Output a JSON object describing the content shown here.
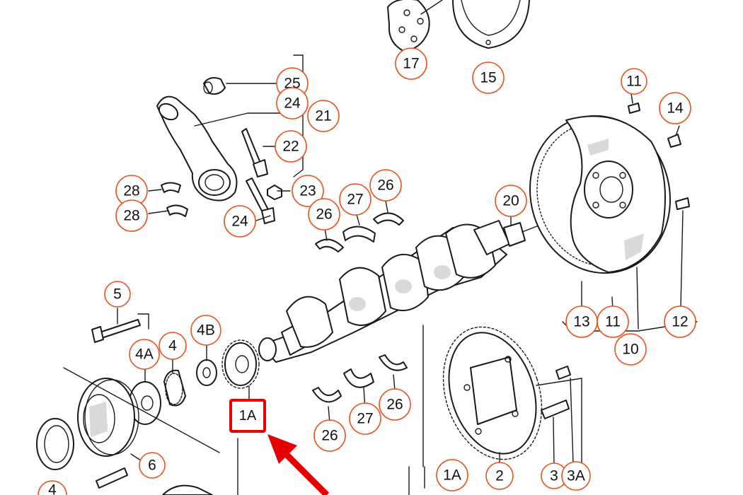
{
  "accent_color": "#e8531f",
  "highlight_color": "#e60000",
  "callouts": {
    "c25": "25",
    "c24a": "24",
    "c21": "21",
    "c22": "22",
    "c23": "23",
    "c24b": "24",
    "c28a": "28",
    "c28b": "28",
    "c26a": "26",
    "c27a": "27",
    "c26b": "26",
    "c17": "17",
    "c15": "15",
    "c11a": "11",
    "c14": "14",
    "c20": "20",
    "c13": "13",
    "c11b": "11",
    "c12": "12",
    "c10": "10",
    "c5": "5",
    "c4B": "4B",
    "c4": "4",
    "c4A": "4A",
    "c6": "6",
    "c26c": "26",
    "c26d": "26",
    "c27b": "27",
    "c1Abot": "1A",
    "c2": "2",
    "c3": "3",
    "c3A": "3A",
    "c4bot": "4"
  },
  "highlight_label": "1A"
}
